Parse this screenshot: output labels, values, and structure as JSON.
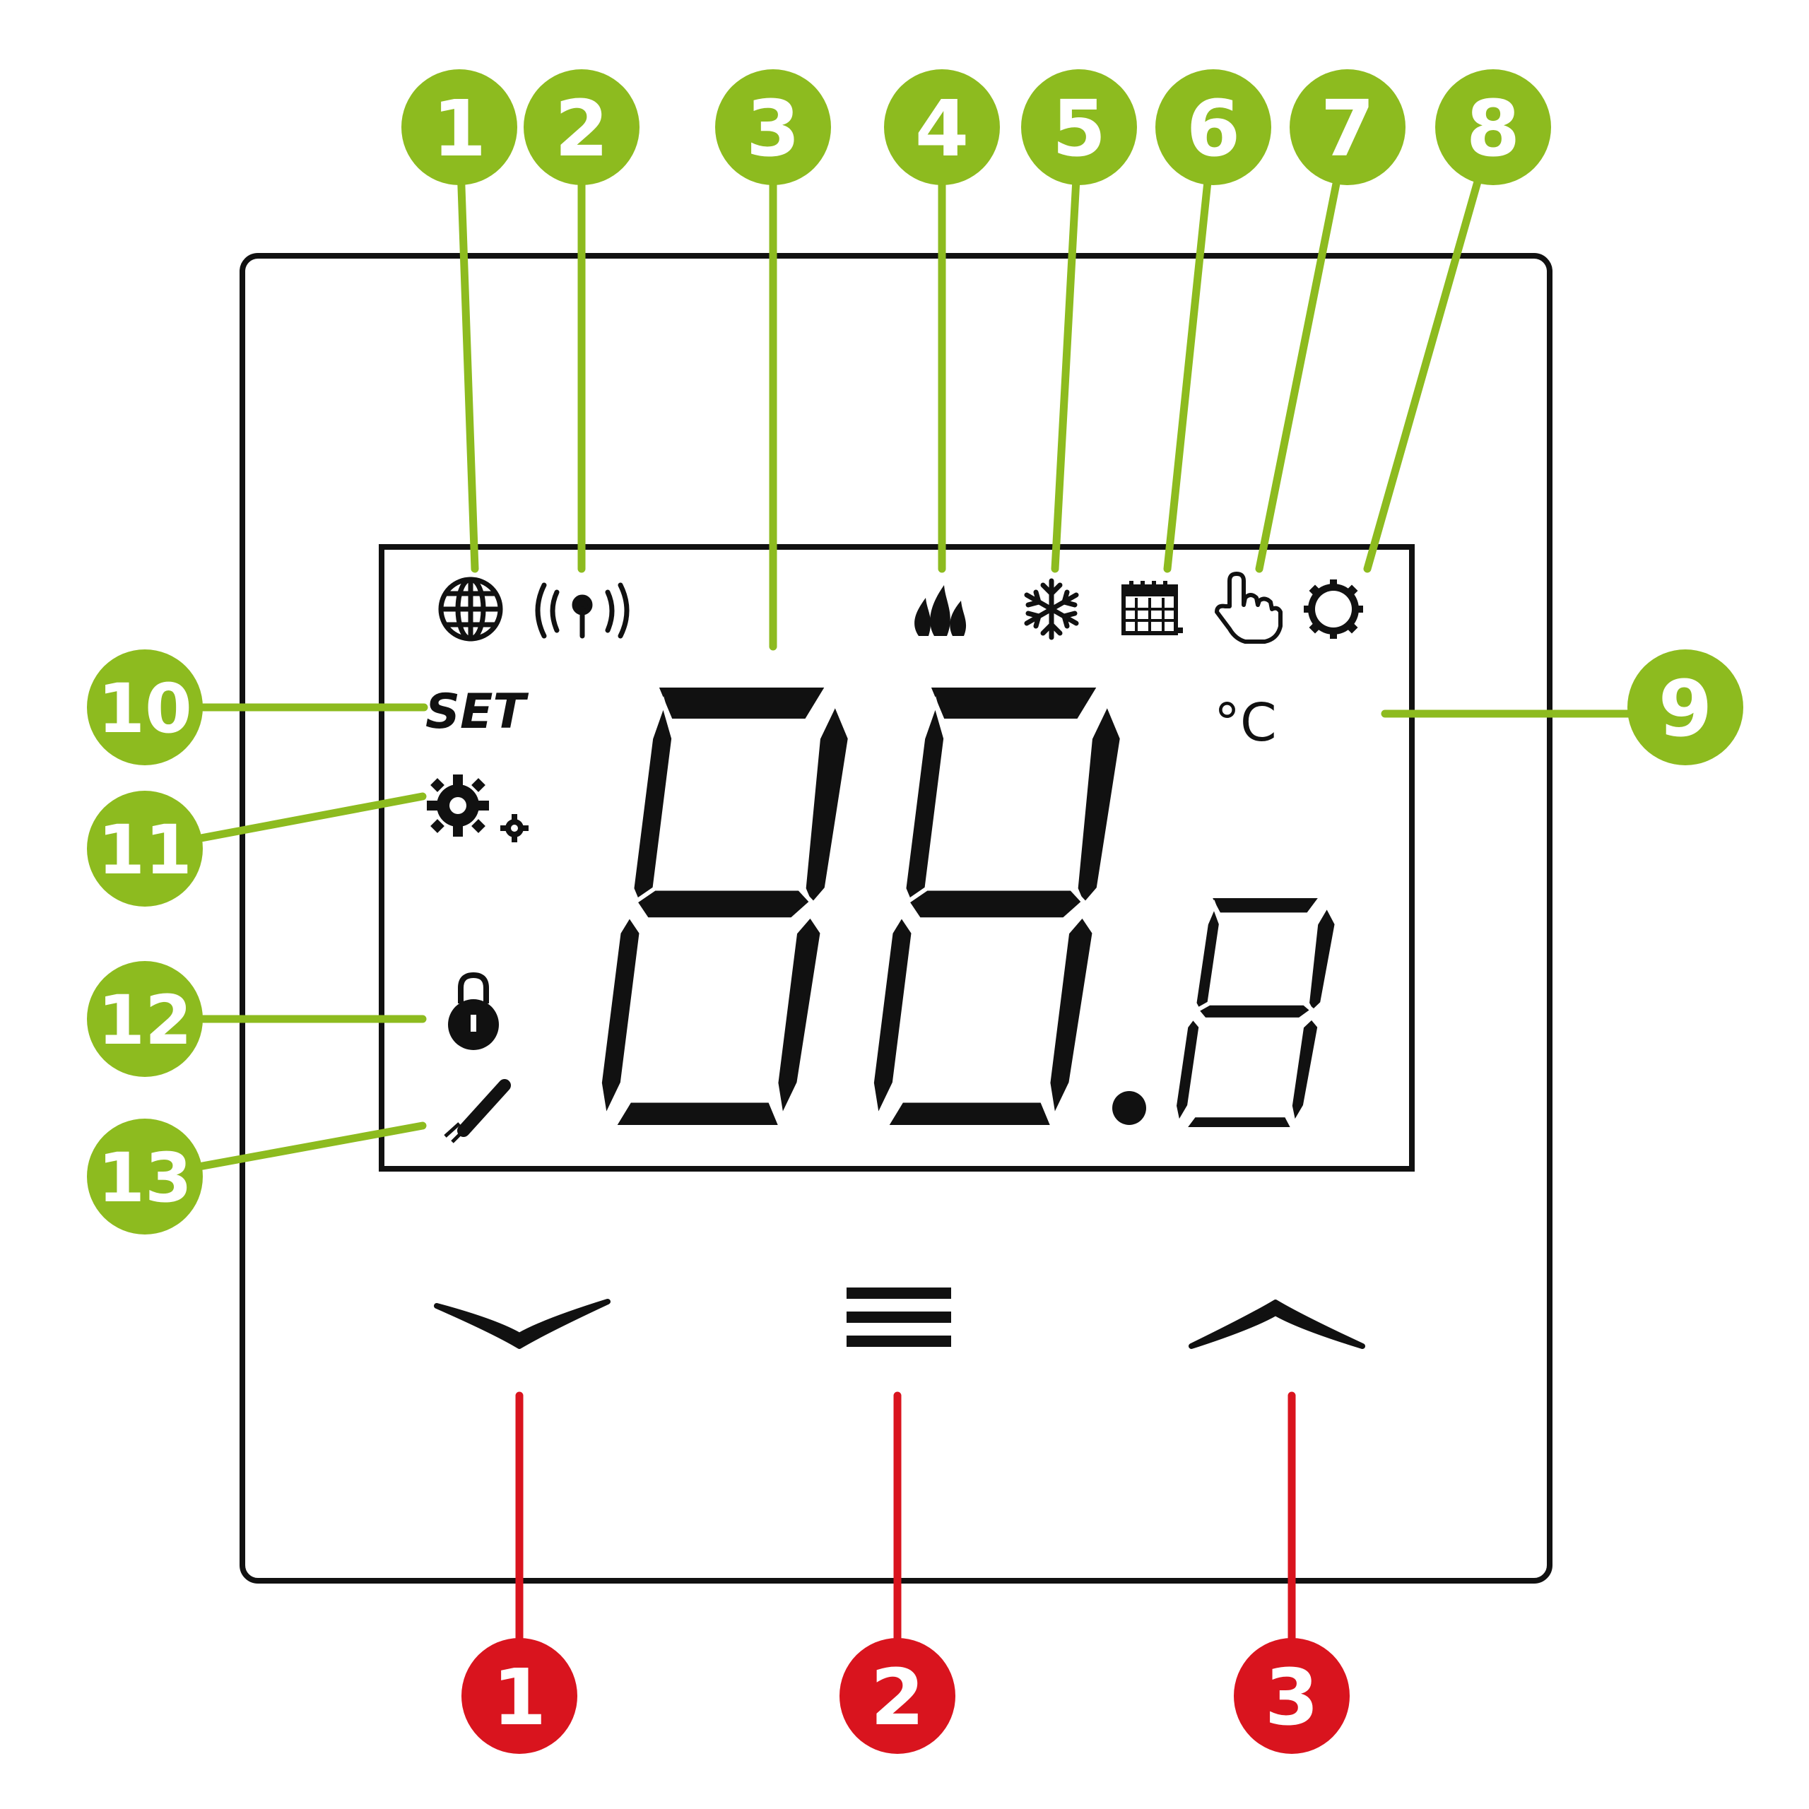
{
  "colors": {
    "callout_green": "#8dbb1f",
    "callout_red": "#d9141e",
    "lcd_ink": "#111111",
    "outline": "#111111"
  },
  "lcd": {
    "set_label": "SET",
    "unit_label": "°C",
    "digits": "88.8"
  },
  "callouts_top": [
    {
      "num": "1",
      "icon": "globe-icon"
    },
    {
      "num": "2",
      "icon": "wireless-signal-icon"
    },
    {
      "num": "3",
      "icon": "temperature-digits"
    },
    {
      "num": "4",
      "icon": "flame-icon"
    },
    {
      "num": "5",
      "icon": "snowflake-icon"
    },
    {
      "num": "6",
      "icon": "calendar-icon"
    },
    {
      "num": "7",
      "icon": "hand-pointer-icon"
    },
    {
      "num": "8",
      "icon": "sun-icon"
    }
  ],
  "callouts_side": [
    {
      "num": "9",
      "icon": "unit-celsius"
    },
    {
      "num": "10",
      "icon": "set-label"
    },
    {
      "num": "11",
      "icon": "gears-icon"
    },
    {
      "num": "12",
      "icon": "lock-icon"
    },
    {
      "num": "13",
      "icon": "sensor-probe-icon"
    }
  ],
  "buttons": [
    {
      "num": "1",
      "icon": "chevron-down-icon"
    },
    {
      "num": "2",
      "icon": "menu-icon"
    },
    {
      "num": "3",
      "icon": "chevron-up-icon"
    }
  ]
}
